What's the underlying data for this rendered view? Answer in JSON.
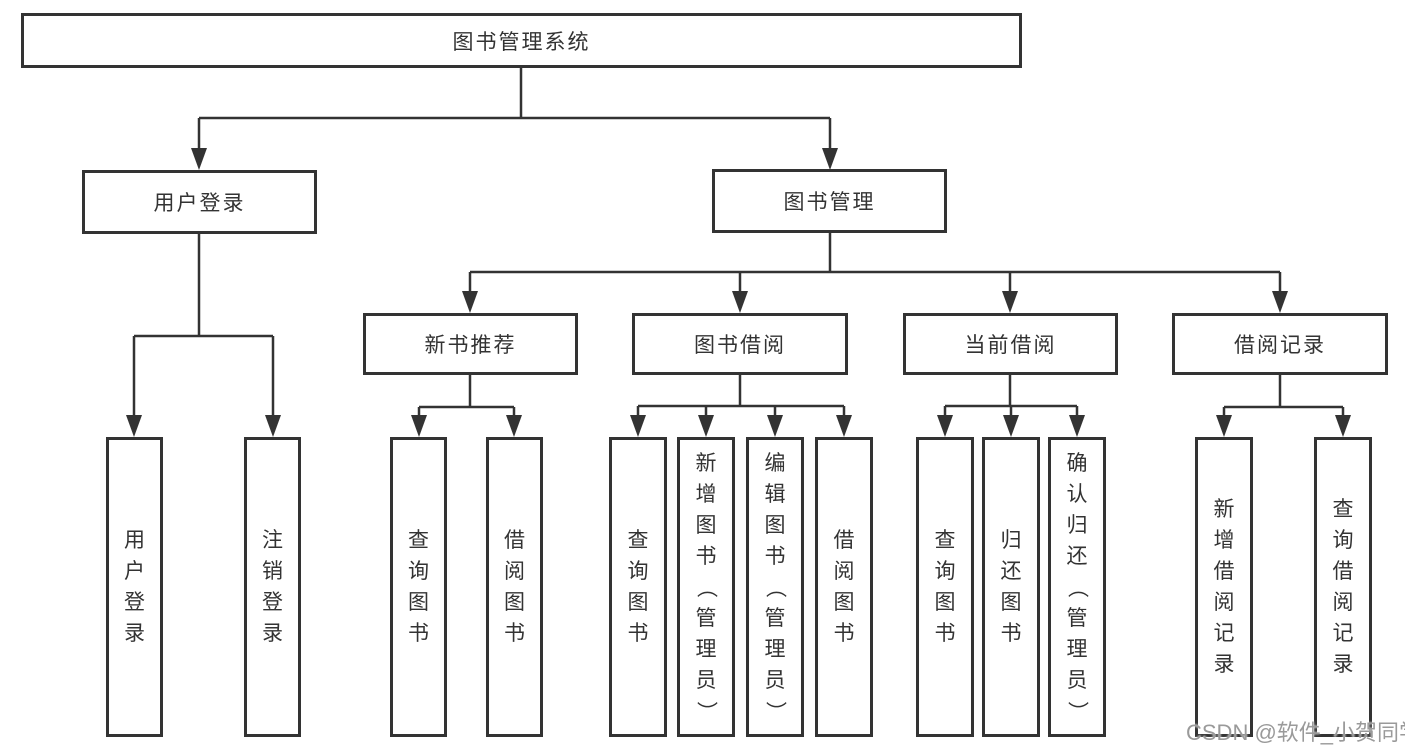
{
  "diagram": {
    "root": {
      "label": "图书管理系统"
    },
    "level2": [
      {
        "label": "用户登录"
      },
      {
        "label": "图书管理"
      }
    ],
    "level3": [
      {
        "label": "新书推荐"
      },
      {
        "label": "图书借阅"
      },
      {
        "label": "当前借阅"
      },
      {
        "label": "借阅记录"
      }
    ],
    "leaves": [
      {
        "label": "用户登录"
      },
      {
        "label": "注销登录"
      },
      {
        "label": "查询图书"
      },
      {
        "label": "借阅图书"
      },
      {
        "label": "查询图书"
      },
      {
        "label": "新增图书（管理员）"
      },
      {
        "label": "编辑图书（管理员）"
      },
      {
        "label": "借阅图书"
      },
      {
        "label": "查询图书"
      },
      {
        "label": "归还图书"
      },
      {
        "label": "确认归还（管理员）"
      },
      {
        "label": "新增借阅记录"
      },
      {
        "label": "查询借阅记录"
      }
    ]
  },
  "watermark": "CSDN @软件_小贺同学",
  "colors": {
    "line": "#333333",
    "border": "#333333",
    "text": "#333333",
    "background": "#ffffff",
    "watermark": "#9a9a9a"
  }
}
